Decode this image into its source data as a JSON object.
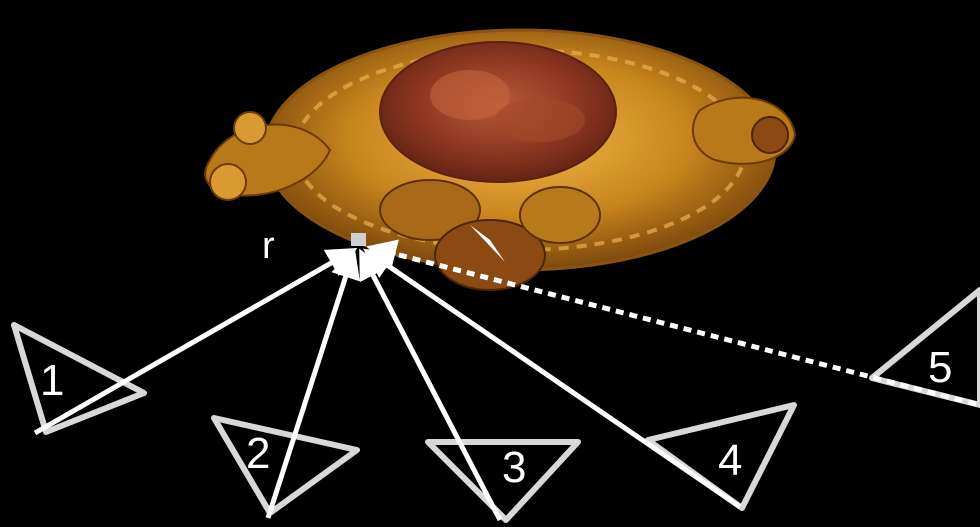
{
  "point_label": "r",
  "cameras": [
    {
      "label": "1",
      "style": "solid"
    },
    {
      "label": "2",
      "style": "solid"
    },
    {
      "label": "3",
      "style": "solid"
    },
    {
      "label": "4",
      "style": "solid"
    },
    {
      "label": "5",
      "style": "dashed"
    }
  ],
  "colors": {
    "background": "#000000",
    "rays": "#ffffff",
    "object_gold": "#c98a1e",
    "object_red": "#9c3f22"
  }
}
